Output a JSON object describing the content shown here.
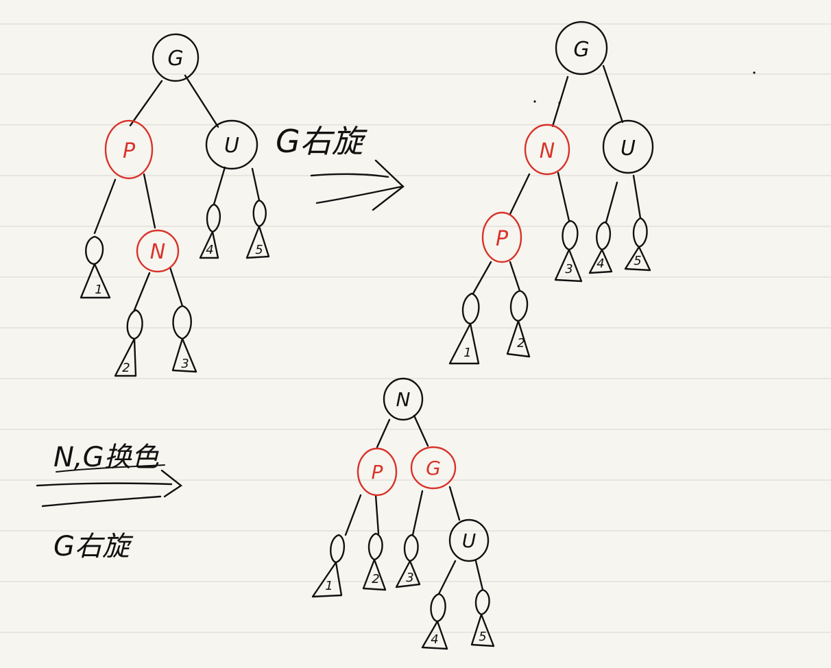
{
  "colors": {
    "paper": "#f7f5ef",
    "rule_line": "#dcdcd6",
    "ink": "#111111",
    "red_node": "#d8322a"
  },
  "diagram_1": {
    "nodes": [
      {
        "id": "G",
        "label": "G",
        "color": "black"
      },
      {
        "id": "P",
        "label": "P",
        "color": "red"
      },
      {
        "id": "U",
        "label": "U",
        "color": "black"
      },
      {
        "id": "N",
        "label": "N",
        "color": "red"
      }
    ],
    "subtrees": [
      "1",
      "2",
      "3",
      "4",
      "5"
    ]
  },
  "step_1_label": "G右旋",
  "diagram_2": {
    "nodes": [
      {
        "id": "G",
        "label": "G",
        "color": "black"
      },
      {
        "id": "N",
        "label": "N",
        "color": "red"
      },
      {
        "id": "U",
        "label": "U",
        "color": "black"
      },
      {
        "id": "P",
        "label": "P",
        "color": "red"
      }
    ],
    "subtrees": [
      "1",
      "2",
      "3",
      "4",
      "5"
    ]
  },
  "step_2_label_top": "N,G换色",
  "step_2_label_bottom": "G右旋",
  "diagram_3": {
    "nodes": [
      {
        "id": "N",
        "label": "N",
        "color": "black"
      },
      {
        "id": "P",
        "label": "P",
        "color": "red"
      },
      {
        "id": "G",
        "label": "G",
        "color": "red"
      },
      {
        "id": "U",
        "label": "U",
        "color": "black"
      }
    ],
    "subtrees": [
      "1",
      "2",
      "3",
      "4",
      "5"
    ]
  }
}
